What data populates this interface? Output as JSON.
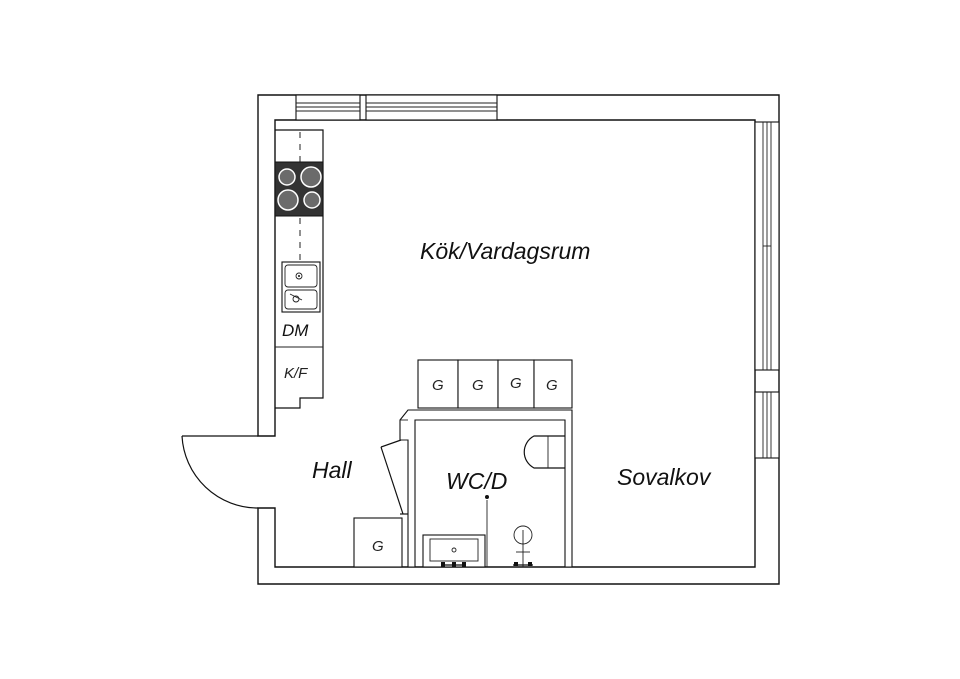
{
  "rooms": {
    "kitchen_living": "Kök/Vardagsrum",
    "hall": "Hall",
    "wc": "WC/D",
    "alcove": "Sovalkov"
  },
  "fixtures": {
    "dishwasher": "DM",
    "fridge_freezer": "K/F",
    "wardrobe_1": "G",
    "wardrobe_2": "G",
    "wardrobe_3": "G",
    "wardrobe_4": "G",
    "wardrobe_hall": "G"
  },
  "colors": {
    "line": "#111111",
    "background": "#ffffff",
    "stove": "#333333"
  }
}
